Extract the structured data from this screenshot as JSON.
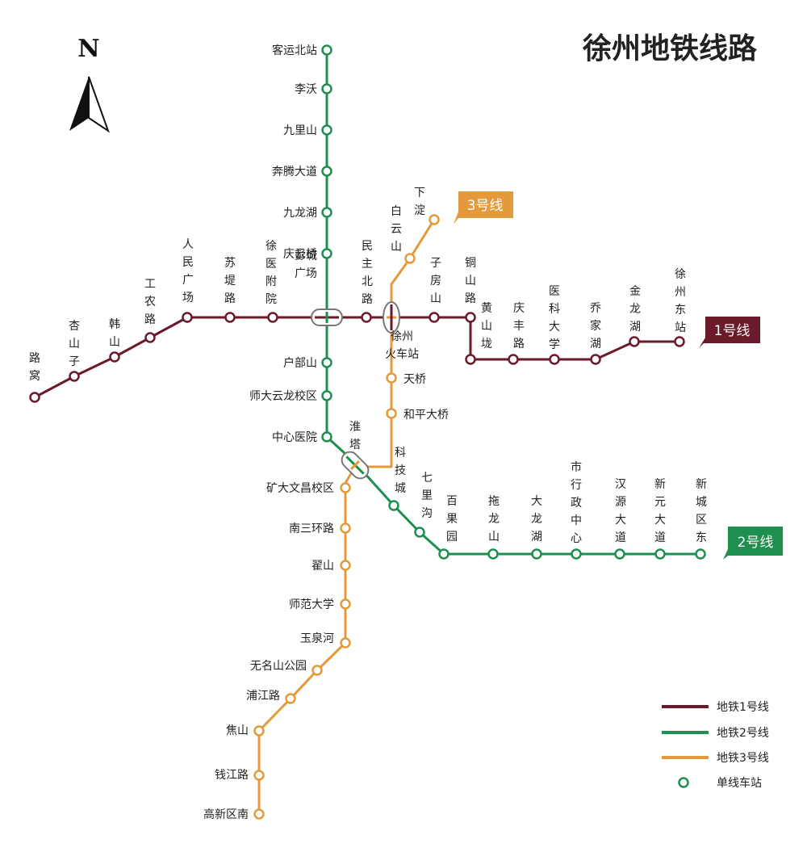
{
  "title": "徐州地铁线路",
  "north_label": "N",
  "colors": {
    "line1": "#6b1a2a",
    "line2": "#1e8f4e",
    "line3": "#e49a3a"
  },
  "lines": {
    "line1": {
      "tag": "1号线",
      "stations": [
        "路窝",
        "杏山子",
        "韩山",
        "工农路",
        "人民广场",
        "苏堤路",
        "徐医附院",
        "彭城广场",
        "民主北路",
        "徐州火车站",
        "子房山",
        "铜山路",
        "黄山垅",
        "庆丰路",
        "医科大学",
        "乔家湖",
        "金龙湖",
        "徐州东站"
      ]
    },
    "line2": {
      "tag": "2号线",
      "stations": [
        "客运北站",
        "李沃",
        "九里山",
        "奔腾大道",
        "九龙湖",
        "庆云桥",
        "彭城广场",
        "户部山",
        "师大云龙校区",
        "中心医院",
        "淮塔",
        "科技城",
        "七里沟",
        "百果园",
        "拖龙山",
        "大龙湖",
        "市行政中心",
        "汉源大道",
        "新元大道",
        "新城区东"
      ]
    },
    "line3": {
      "tag": "3号线",
      "stations": [
        "下淀",
        "白云山",
        "徐州火车站",
        "天桥",
        "和平大桥",
        "淮塔",
        "矿大文昌校区",
        "南三环路",
        "翟山",
        "师范大学",
        "玉泉河",
        "无名山公园",
        "浦江路",
        "焦山",
        "钱江路",
        "高新区南"
      ]
    }
  },
  "legend": [
    {
      "label": "地铁1号线",
      "type": "line",
      "color": "#6b1a2a"
    },
    {
      "label": "地铁2号线",
      "type": "line",
      "color": "#1e8f4e"
    },
    {
      "label": "地铁3号线",
      "type": "line",
      "color": "#e49a3a"
    },
    {
      "label": "单线车站",
      "type": "station",
      "color": "#1e8f4e"
    }
  ]
}
